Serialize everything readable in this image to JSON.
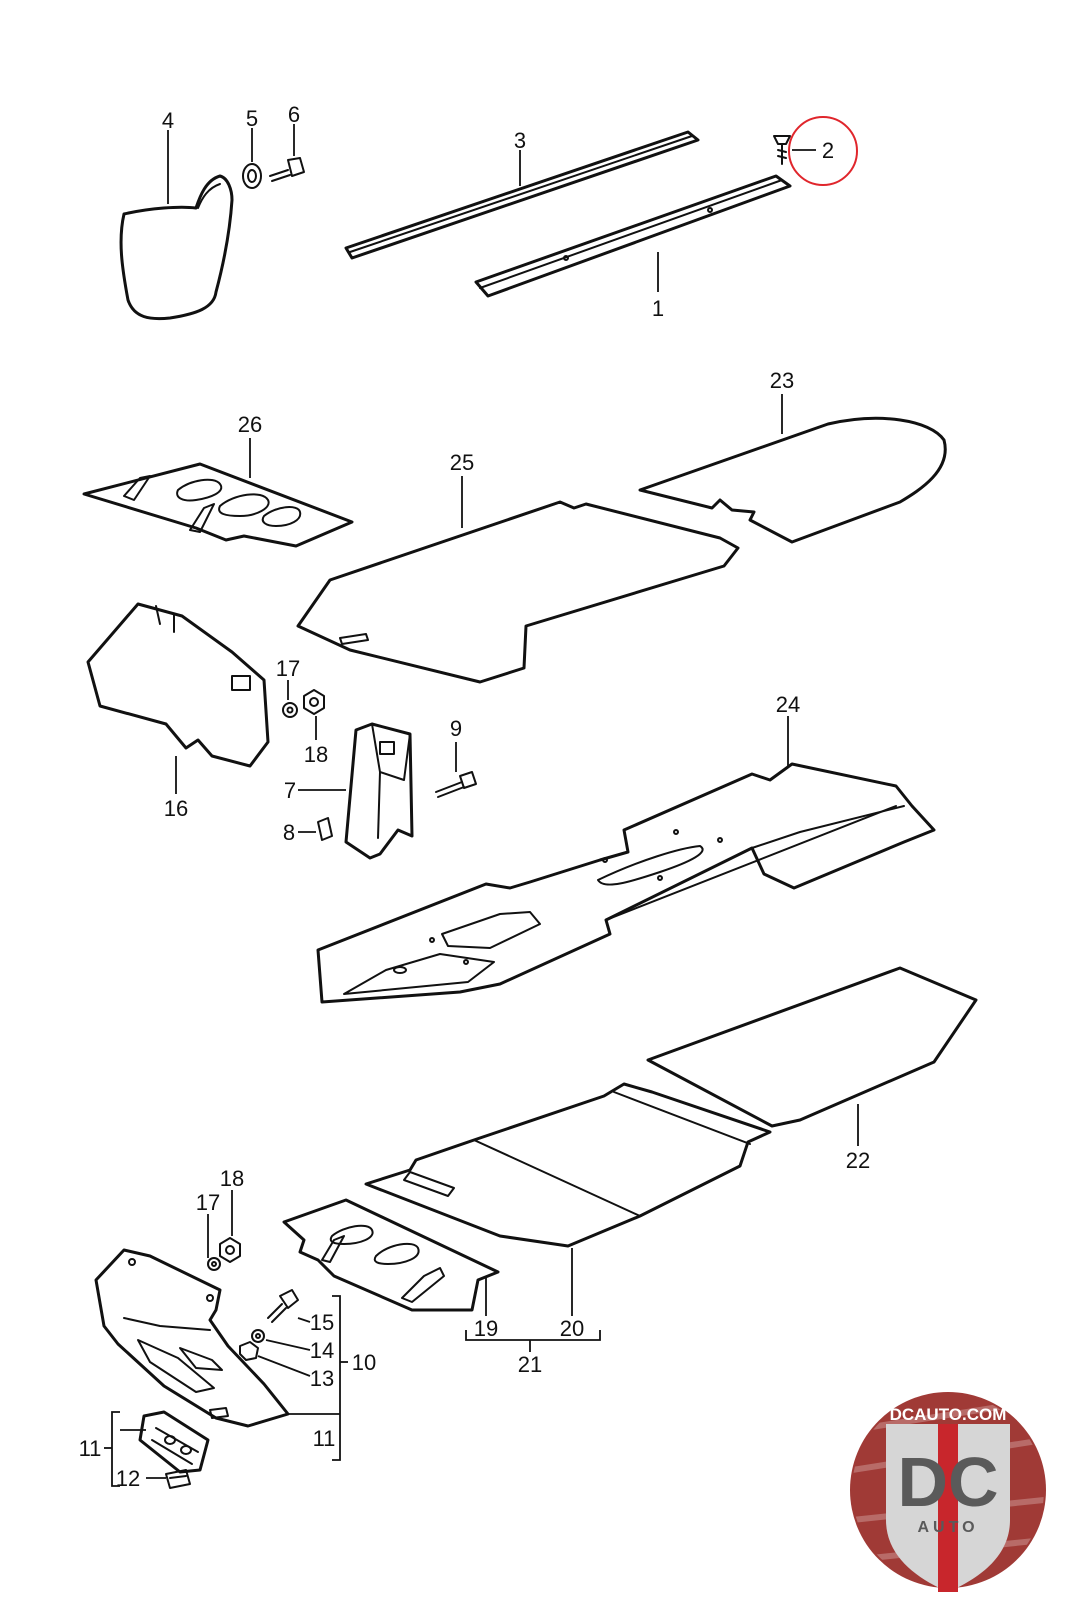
{
  "callouts": {
    "c1": "1",
    "c2": "2",
    "c3": "3",
    "c4": "4",
    "c5": "5",
    "c6": "6",
    "c7": "7",
    "c8": "8",
    "c9": "9",
    "c10": "10",
    "c11a": "11",
    "c11b": "11",
    "c12": "12",
    "c13": "13",
    "c14": "14",
    "c15": "15",
    "c16": "16",
    "c17a": "17",
    "c17b": "17",
    "c18a": "18",
    "c18b": "18",
    "c19": "19",
    "c20": "20",
    "c21": "21",
    "c22": "22",
    "c23": "23",
    "c24": "24",
    "c25": "25",
    "c26": "26"
  },
  "highlight": {
    "callout": "2",
    "color": "#e0262c"
  },
  "logo": {
    "text_top": "DCAUTO.COM",
    "monogram": "DC",
    "text_bottom": "AUTO",
    "colors": {
      "ring": "#a03a36",
      "badge": "#d6d6d6",
      "stripe": "#c8262c",
      "letters": "#5a5a5a"
    }
  }
}
